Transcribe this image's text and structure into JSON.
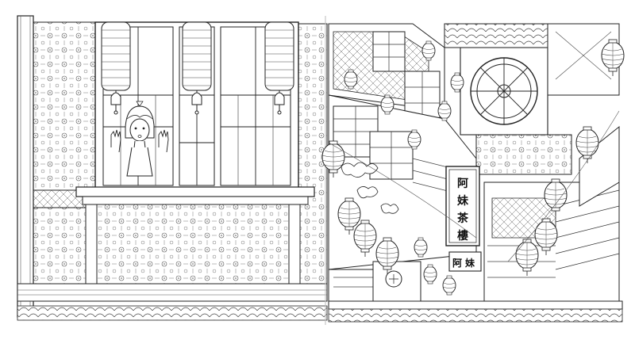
{
  "image": {
    "kind": "coloring-book-spread",
    "ink_color": "#222222",
    "paper_color": "#ffffff"
  },
  "signs": {
    "vertical_sign_chars": [
      "阿",
      "妹",
      "茶",
      "樓"
    ],
    "lower_sign_chars": [
      "阿",
      "妹"
    ]
  }
}
